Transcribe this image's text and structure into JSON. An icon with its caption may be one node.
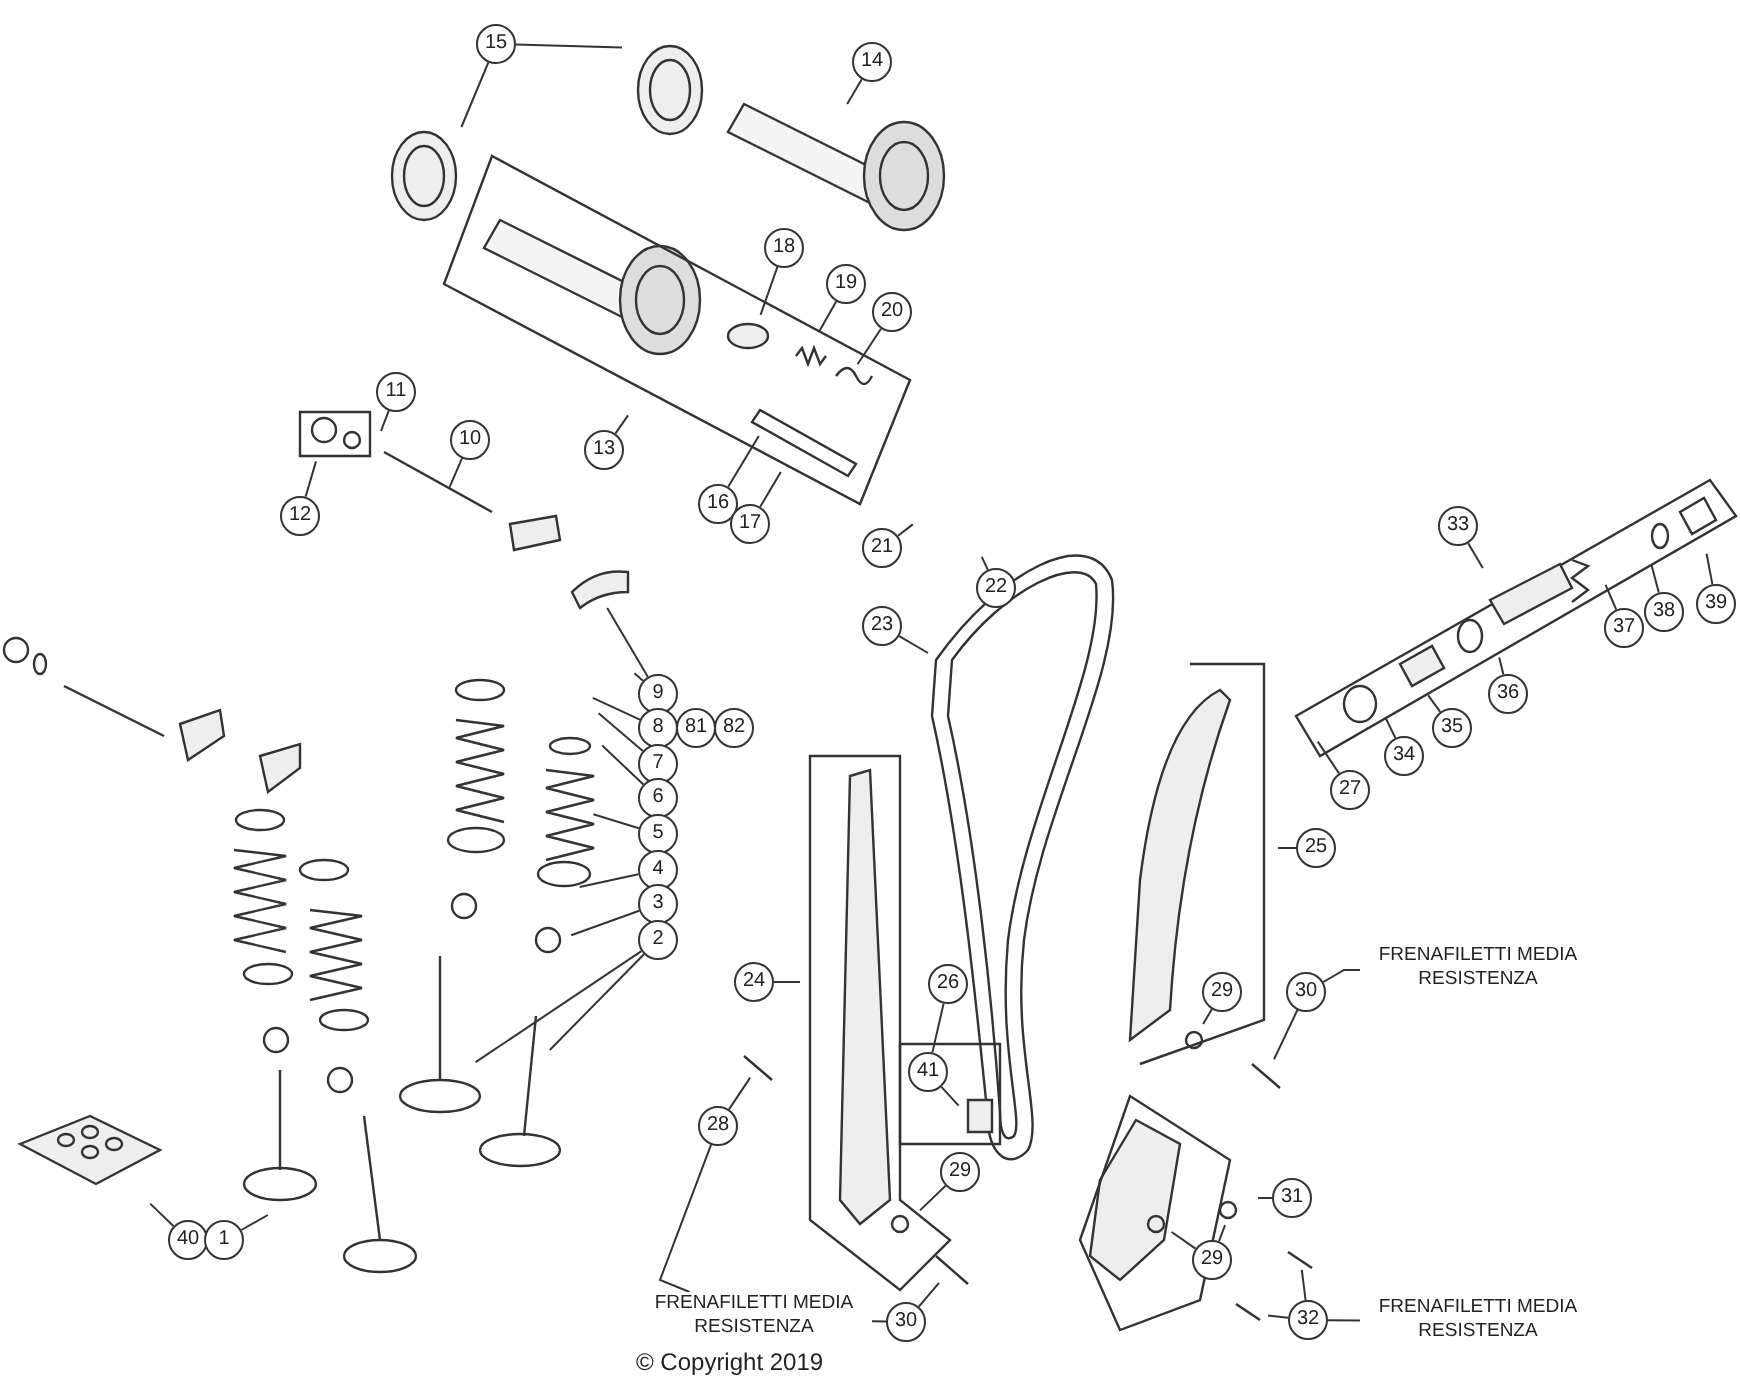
{
  "diagram": {
    "nodes": [
      {
        "text": [
          "15"
        ]
      },
      {
        "text": [
          "14"
        ]
      },
      {
        "text": [
          "18"
        ]
      },
      {
        "text": [
          "19"
        ]
      },
      {
        "text": [
          "20"
        ]
      },
      {
        "text": [
          "11"
        ]
      },
      {
        "text": [
          "10"
        ]
      },
      {
        "text": [
          "13"
        ]
      },
      {
        "text": [
          "12"
        ]
      },
      {
        "text": [
          "16"
        ]
      },
      {
        "text": [
          "17"
        ]
      },
      {
        "text": [
          "21"
        ]
      },
      {
        "text": [
          "22"
        ]
      },
      {
        "text": [
          "23"
        ]
      },
      {
        "text": [
          "33"
        ]
      },
      {
        "text": [
          "39"
        ]
      },
      {
        "text": [
          "38"
        ]
      },
      {
        "text": [
          "37"
        ]
      },
      {
        "text": [
          "36"
        ]
      },
      {
        "text": [
          "35"
        ]
      },
      {
        "text": [
          "34"
        ]
      },
      {
        "text": [
          "27"
        ]
      },
      {
        "text": [
          "9"
        ]
      },
      {
        "text": [
          "8"
        ]
      },
      {
        "text": [
          "81"
        ]
      },
      {
        "text": [
          "82"
        ]
      },
      {
        "text": [
          "7"
        ]
      },
      {
        "text": [
          "6"
        ]
      },
      {
        "text": [
          "5"
        ]
      },
      {
        "text": [
          "4"
        ]
      },
      {
        "text": [
          "3"
        ]
      },
      {
        "text": [
          "2"
        ]
      },
      {
        "text": [
          "25"
        ]
      },
      {
        "text": [
          "24"
        ]
      },
      {
        "text": [
          "26"
        ]
      },
      {
        "text": [
          "41"
        ]
      },
      {
        "text": [
          "30"
        ]
      },
      {
        "text": [
          "29"
        ]
      },
      {
        "text": [
          "FRENAFILETTI MEDIA RESISTENZA"
        ]
      },
      {
        "text": [
          "28"
        ]
      },
      {
        "text": [
          "29"
        ]
      },
      {
        "text": [
          "31"
        ]
      },
      {
        "text": [
          "29"
        ]
      },
      {
        "text": [
          "40"
        ]
      },
      {
        "text": [
          "1"
        ]
      },
      {
        "text": [
          "30"
        ]
      },
      {
        "text": [
          "FRENAFILETTI MEDIA RESISTENZA"
        ]
      },
      {
        "text": [
          "32"
        ]
      },
      {
        "text": [
          "FRENAFILETTI MEDIA RESISTENZA"
        ]
      }
    ],
    "edges": [
      {
        "from": 0,
        "to": null,
        "arrow": "none"
      },
      {
        "from": 0,
        "to": null,
        "arrow": "none"
      },
      {
        "from": 1,
        "to": null,
        "arrow": "none"
      },
      {
        "from": 2,
        "to": null,
        "arrow": "none"
      },
      {
        "from": 3,
        "to": null,
        "arrow": "none"
      },
      {
        "from": 4,
        "to": null,
        "arrow": "none"
      },
      {
        "from": 5,
        "to": null,
        "arrow": "none"
      },
      {
        "from": 6,
        "to": null,
        "arrow": "none"
      },
      {
        "from": 7,
        "to": null,
        "arrow": "none"
      },
      {
        "from": 8,
        "to": null,
        "arrow": "none"
      },
      {
        "from": 9,
        "to": null,
        "arrow": "none"
      },
      {
        "from": 10,
        "to": null,
        "arrow": "none"
      },
      {
        "from": 11,
        "to": null,
        "arrow": "none"
      },
      {
        "from": 12,
        "to": null,
        "arrow": "none"
      },
      {
        "from": 13,
        "to": null,
        "arrow": "none"
      },
      {
        "from": 14,
        "to": null,
        "arrow": "none"
      },
      {
        "from": 15,
        "to": null,
        "arrow": "none"
      },
      {
        "from": 16,
        "to": null,
        "arrow": "none"
      },
      {
        "from": 17,
        "to": null,
        "arrow": "none"
      },
      {
        "from": 18,
        "to": null,
        "arrow": "none"
      },
      {
        "from": 19,
        "to": null,
        "arrow": "none"
      },
      {
        "from": 20,
        "to": null,
        "arrow": "none"
      },
      {
        "from": 21,
        "to": null,
        "arrow": "none"
      },
      {
        "from": 22,
        "to": null,
        "arrow": "none"
      },
      {
        "from": 22,
        "to": null,
        "arrow": "none"
      },
      {
        "from": 23,
        "to": null,
        "arrow": "none"
      },
      {
        "from": 26,
        "to": null,
        "arrow": "none"
      },
      {
        "from": 27,
        "to": null,
        "arrow": "none"
      },
      {
        "from": 28,
        "to": null,
        "arrow": "none"
      },
      {
        "from": 29,
        "to": null,
        "arrow": "none"
      },
      {
        "from": 30,
        "to": null,
        "arrow": "none"
      },
      {
        "from": 31,
        "to": null,
        "arrow": "none"
      },
      {
        "from": 31,
        "to": null,
        "arrow": "none"
      },
      {
        "from": 32,
        "to": null,
        "arrow": "none"
      },
      {
        "from": 33,
        "to": null,
        "arrow": "none"
      },
      {
        "from": 34,
        "to": 35,
        "arrow": "none"
      },
      {
        "from": 35,
        "to": null,
        "arrow": "none"
      },
      {
        "from": 36,
        "to": 38,
        "arrow": "none"
      },
      {
        "from": 36,
        "to": null,
        "arrow": "none"
      },
      {
        "from": 37,
        "to": null,
        "arrow": "none"
      },
      {
        "from": 39,
        "to": null,
        "arrow": "none"
      },
      {
        "from": 39,
        "to": 46,
        "arrow": "none"
      },
      {
        "from": 40,
        "to": null,
        "arrow": "none"
      },
      {
        "from": 41,
        "to": null,
        "arrow": "none"
      },
      {
        "from": 42,
        "to": null,
        "arrow": "none"
      },
      {
        "from": 42,
        "to": null,
        "arrow": "none"
      },
      {
        "from": 43,
        "to": null,
        "arrow": "none"
      },
      {
        "from": 44,
        "to": null,
        "arrow": "none"
      },
      {
        "from": 45,
        "to": 46,
        "arrow": "none"
      },
      {
        "from": 45,
        "to": null,
        "arrow": "none"
      },
      {
        "from": 47,
        "to": 48,
        "arrow": "none"
      },
      {
        "from": 47,
        "to": null,
        "arrow": "none"
      },
      {
        "from": 47,
        "to": null,
        "arrow": "none"
      }
    ],
    "labels": [
      "© Copyright 2019"
    ]
  }
}
